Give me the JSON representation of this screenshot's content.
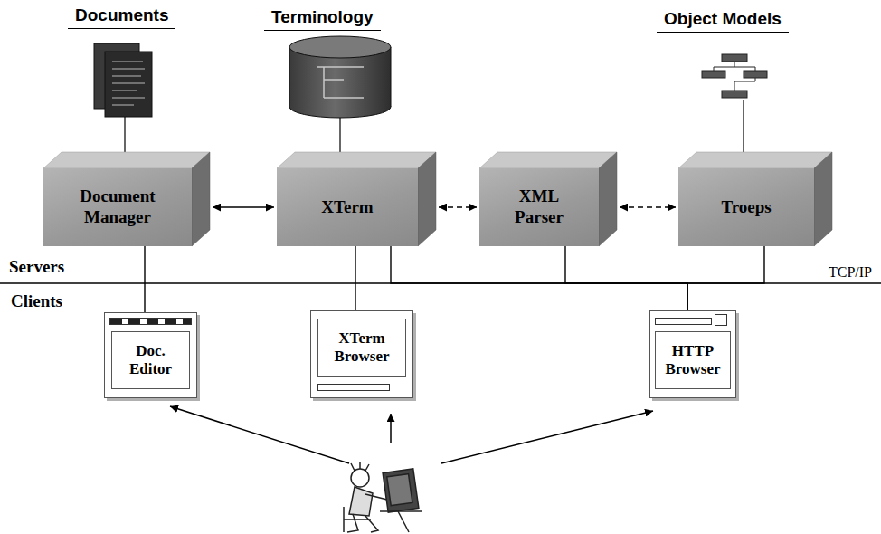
{
  "diagram": {
    "nodes": [
      {
        "text": [
          "Document Manager"
        ]
      },
      {
        "text": [
          "XTerm"
        ]
      },
      {
        "text": [
          "XML Parser"
        ]
      },
      {
        "text": [
          "Troeps"
        ]
      },
      {
        "text": [
          "Doc. Editor"
        ]
      },
      {
        "text": [
          "XTerm Browser"
        ]
      },
      {
        "text": [
          "HTTP Browser"
        ]
      }
    ],
    "edges": [
      {
        "from": 0,
        "to": 1,
        "arrow": "both"
      },
      {
        "from": 1,
        "to": 2,
        "arrow": "both"
      },
      {
        "from": 2,
        "to": 3,
        "arrow": "both"
      },
      {
        "from": 0,
        "to": 4,
        "arrow": "none"
      },
      {
        "from": 1,
        "to": 5,
        "arrow": "none"
      },
      {
        "from": 1,
        "to": 6,
        "arrow": "none"
      },
      {
        "from": 2,
        "to": 6,
        "arrow": "none"
      },
      {
        "from": 3,
        "to": 6,
        "arrow": "none"
      }
    ],
    "labels": [
      "Documents",
      "Terminology",
      "Object Models",
      "Servers",
      "Clients",
      "TCP/IP"
    ]
  }
}
